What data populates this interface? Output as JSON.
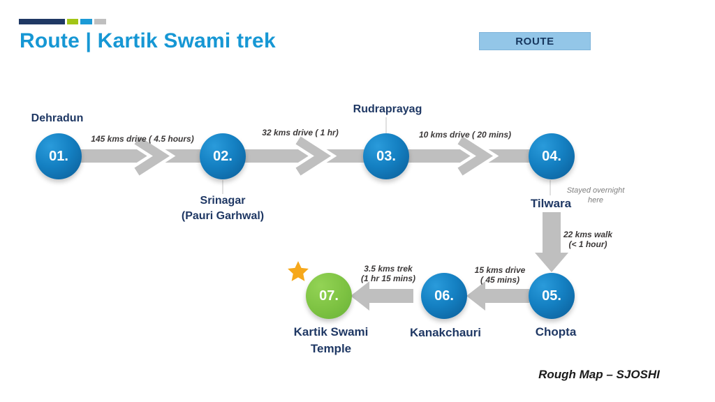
{
  "slide": {
    "title": "Route | Kartik Swami trek",
    "badge_label": "ROUTE",
    "credit": "Rough Map – SJOSHI",
    "colors": {
      "title_blue": "#1697D4",
      "navy_text": "#1F3864",
      "arrow_gray": "#BFBFBF",
      "badge_blue": "#93C6E8",
      "node_blue_dark": "#0B5B95",
      "node_blue_light": "#2A9BDB",
      "node_green": "#7DC242",
      "star_gold": "#F6A81B",
      "accent_green": "#A2C516"
    }
  },
  "nodes": [
    {
      "number": "01.",
      "label_lines": [
        "Dehradun"
      ],
      "color": "blue"
    },
    {
      "number": "02.",
      "label_lines": [
        "Srinagar",
        "(Pauri Garhwal)"
      ],
      "color": "blue"
    },
    {
      "number": "03.",
      "label_lines": [
        "Rudraprayag"
      ],
      "color": "blue"
    },
    {
      "number": "04.",
      "label_lines": [
        "Tilwara"
      ],
      "color": "blue"
    },
    {
      "number": "05.",
      "label_lines": [
        "Chopta"
      ],
      "color": "blue"
    },
    {
      "number": "06.",
      "label_lines": [
        "Kanakchauri"
      ],
      "color": "blue"
    },
    {
      "number": "07.",
      "label_lines": [
        "Kartik Swami",
        "Temple"
      ],
      "color": "green"
    }
  ],
  "legs": [
    {
      "from": "Dehradun",
      "to": "Srinagar (Pauri Garhwal)",
      "note_lines": [
        "145 kms drive ( 4.5 hours)"
      ]
    },
    {
      "from": "Srinagar (Pauri Garhwal)",
      "to": "Rudraprayag",
      "note_lines": [
        "32 kms drive ( 1 hr)"
      ]
    },
    {
      "from": "Rudraprayag",
      "to": "Tilwara",
      "note_lines": [
        "10 kms drive ( 20 mins)"
      ]
    },
    {
      "from": "Tilwara",
      "to": "Chopta",
      "note_lines": [
        "22  kms walk",
        "(< 1 hour)"
      ]
    },
    {
      "from": "Chopta",
      "to": "Kanakchauri",
      "note_lines": [
        "15 kms drive",
        "( 45 mins)"
      ]
    },
    {
      "from": "Kanakchauri",
      "to": "Kartik Swami Temple",
      "note_lines": [
        "3.5 kms trek",
        "(1 hr 15 mins)"
      ]
    }
  ],
  "annotations": {
    "overnight_lines": [
      "Stayed overnight",
      "here"
    ]
  }
}
